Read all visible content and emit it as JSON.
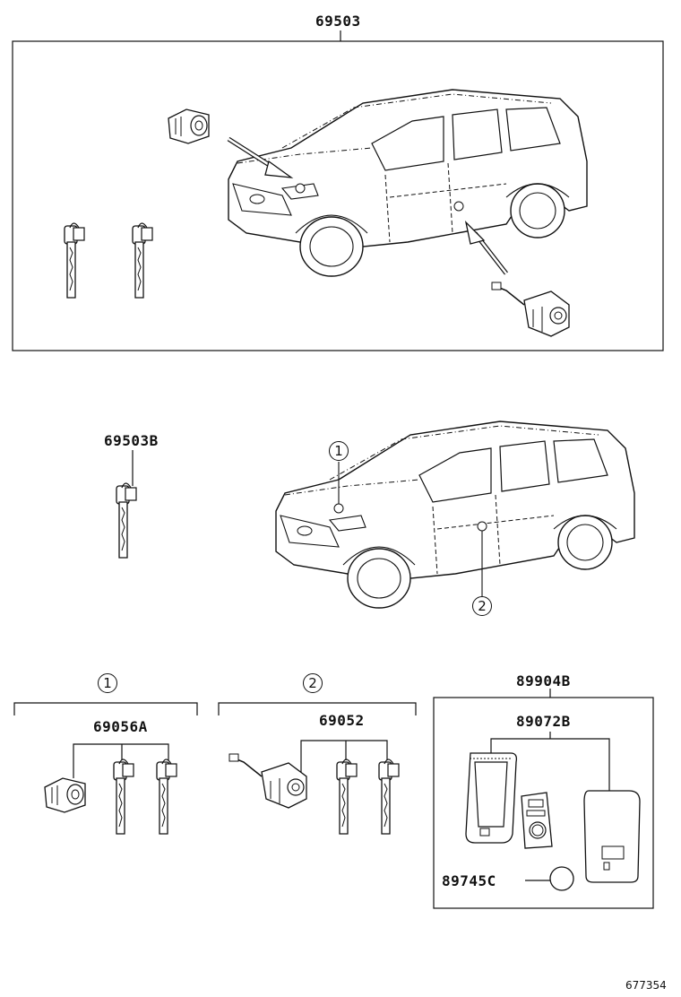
{
  "parts": {
    "top_kit": "69503",
    "key_blank": "69503B",
    "set_1": "69056A",
    "set_2": "69052",
    "smart_key_assy": "89904B",
    "smart_key_case": "89072B",
    "battery": "89745C"
  },
  "callouts": {
    "c1": "1",
    "c2": "2"
  },
  "figure_number": "677354",
  "icons": [
    "car-outline-icon",
    "key-icon",
    "lock-cylinder-icon",
    "door-lock-icon",
    "smart-key-icon",
    "battery-icon"
  ]
}
